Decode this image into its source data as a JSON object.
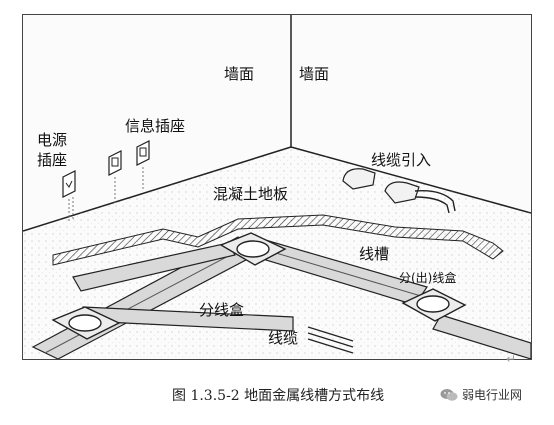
{
  "labels": {
    "wall_left": "墙面",
    "wall_right": "墙面",
    "power_socket_line1": "电源",
    "power_socket_line2": "插座",
    "info_socket": "信息插座",
    "cable_entry": "线缆引入",
    "concrete_slab": "混凝土地板",
    "trunking": "线槽",
    "outlet_box": "分(出)线盒",
    "junction_box": "分线盒",
    "cable": "线缆"
  },
  "caption": "图 1.3.5-2 地面金属线槽方式布线",
  "watermark": {
    "text": "弱电行业网",
    "icon": "wechat-icon"
  }
}
